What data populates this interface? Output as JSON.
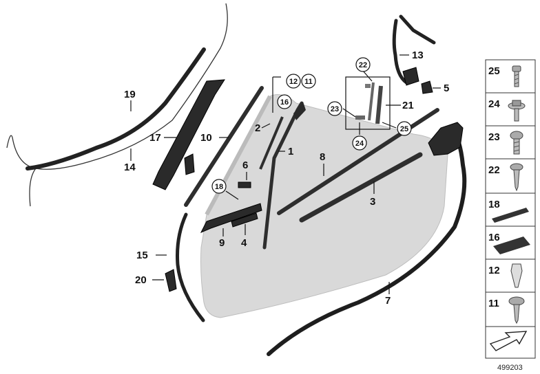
{
  "diagram": {
    "reference_number": "499203",
    "callouts": {
      "c1": "1",
      "c2": "2",
      "c3": "3",
      "c4": "4",
      "c5": "5",
      "c6": "6",
      "c7": "7",
      "c8": "8",
      "c9": "9",
      "c10": "10",
      "c11": "11",
      "c12": "12",
      "c13": "13",
      "c14": "14",
      "c15": "15",
      "c16": "16",
      "c17": "17",
      "c18": "18",
      "c19": "19",
      "c20": "20",
      "c21": "21",
      "c22": "22",
      "c23": "23",
      "c24": "24",
      "c25": "25"
    },
    "parts_legend": [
      {
        "number": "25",
        "icon": "screw-icon"
      },
      {
        "number": "24",
        "icon": "collar-screw-icon"
      },
      {
        "number": "23",
        "icon": "pan-screw-icon"
      },
      {
        "number": "22",
        "icon": "tapping-screw-icon"
      },
      {
        "number": "18",
        "icon": "foam-strip-icon"
      },
      {
        "number": "16",
        "icon": "pad-icon"
      },
      {
        "number": "12",
        "icon": "clip-nut-icon"
      },
      {
        "number": "11",
        "icon": "washer-screw-icon"
      }
    ],
    "direction_icon": "direction-arrow-icon"
  }
}
